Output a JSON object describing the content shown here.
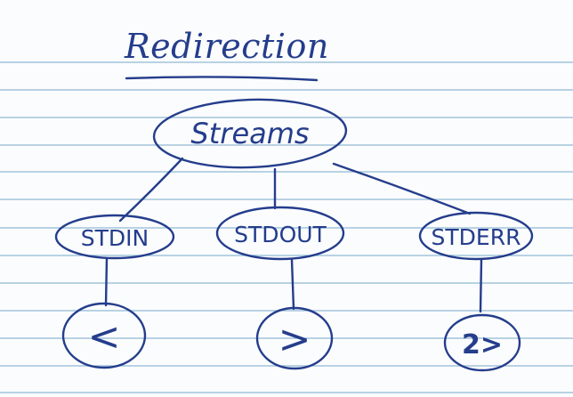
{
  "title": "Redirection",
  "colors": {
    "ink": "#243d8c",
    "rule_line": "#8fb9d6",
    "paper": "#fbfcfd"
  },
  "diagram": {
    "root": {
      "label": "Streams"
    },
    "streams": [
      {
        "name": "STDIN",
        "operator": "<"
      },
      {
        "name": "STDOUT",
        "operator": ">"
      },
      {
        "name": "STDERR",
        "operator": "2>"
      }
    ]
  }
}
